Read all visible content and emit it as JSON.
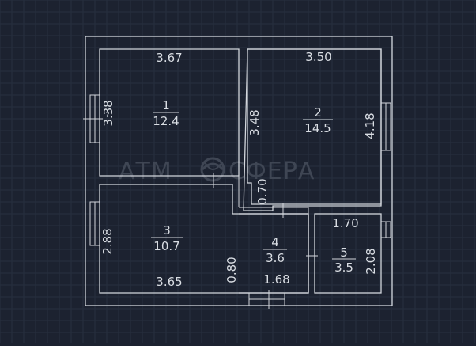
{
  "watermark": {
    "left": "АТМ",
    "right": "СФЕРА"
  },
  "colors": {
    "background": "#1c2230",
    "grid": "#27303f",
    "lines": "#d3d7dd",
    "watermark": "#3f4654"
  },
  "rooms": [
    {
      "number": "1",
      "area": "12.4"
    },
    {
      "number": "2",
      "area": "14.5"
    },
    {
      "number": "3",
      "area": "10.7"
    },
    {
      "number": "4",
      "area": "3.6"
    },
    {
      "number": "5",
      "area": "3.5"
    }
  ],
  "dimensions": {
    "room1_width": "3.67",
    "room1_height": "3.38",
    "room2_width": "3.50",
    "room2_left_height": "3.48",
    "room2_right_height": "4.18",
    "corridor_width": "0.70",
    "room3_height": "2.88",
    "room3_width": "3.65",
    "room4_left": "0.80",
    "room4_width": "1.68",
    "room5_width": "1.70",
    "room5_height": "2.08"
  },
  "marker": "?"
}
